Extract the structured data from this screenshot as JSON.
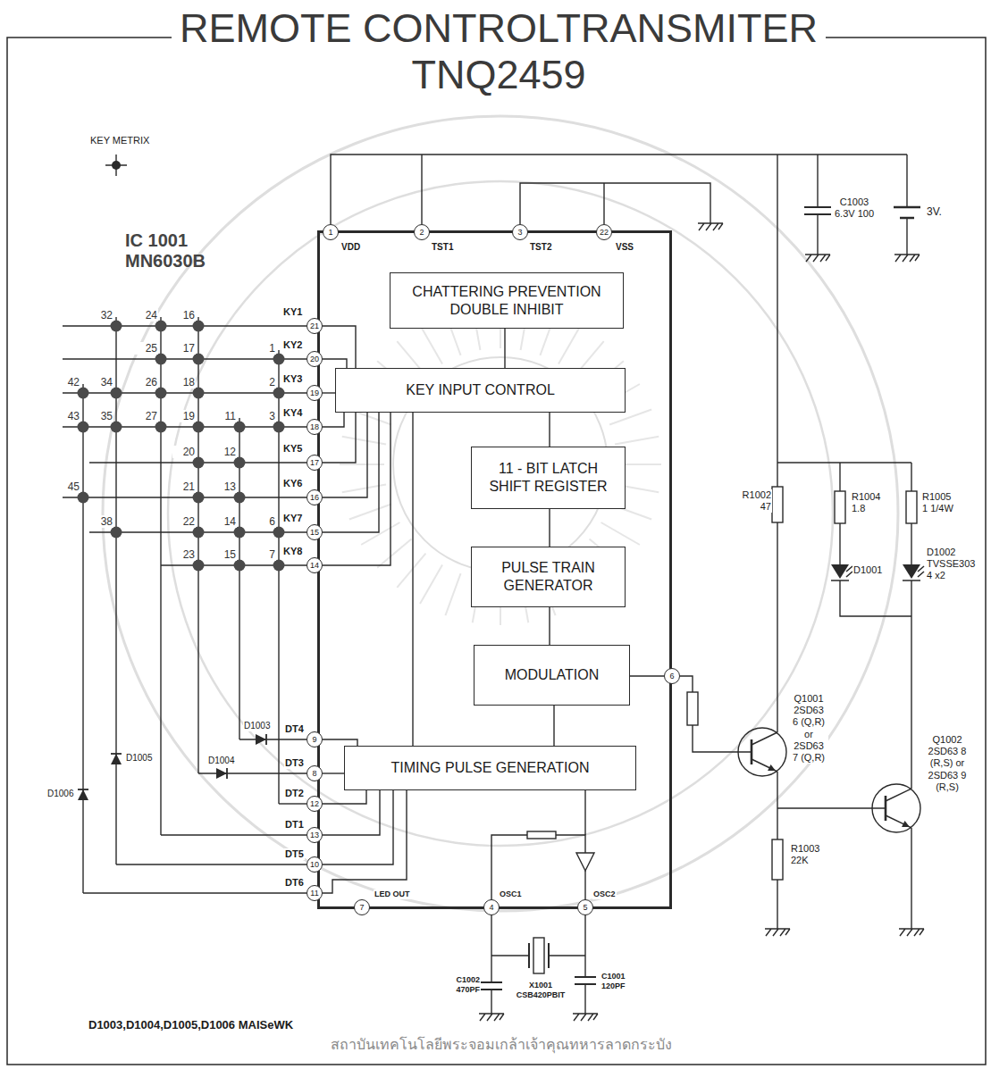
{
  "diagram": {
    "title": "REMOTE CONTROLTRANSMITER TNQ2459",
    "nodes": [
      {
        "text": [
          "IC 1001 MN6030B"
        ]
      },
      {
        "text": [
          "CHATTERING PREVENTION DOUBLE INHIBIT"
        ],
        "in": 0
      },
      {
        "text": [
          "KEY INPUT CONTROL"
        ],
        "in": 0
      },
      {
        "text": [
          "11 - BIT LATCH SHIFT REGISTER"
        ],
        "in": 0
      },
      {
        "text": [
          "PULSE TRAIN GENERATOR"
        ],
        "in": 0
      },
      {
        "text": [
          "MODULATION"
        ],
        "in": 0
      },
      {
        "text": [
          "TIMING PULSE GENERATION"
        ],
        "in": 0
      }
    ],
    "edges": [
      {
        "from": 1,
        "to": 2,
        "arrow": "none"
      },
      {
        "from": 2,
        "to": 3,
        "arrow": "none"
      },
      {
        "from": 3,
        "to": 4,
        "arrow": "none"
      },
      {
        "from": 4,
        "to": 5,
        "arrow": "none"
      },
      {
        "from": 5,
        "to": 6,
        "arrow": "none"
      }
    ],
    "labels": [
      "KEY METRIX",
      "1",
      "VDD",
      "2",
      "TST1",
      "3",
      "TST2",
      "22",
      "VSS",
      "KY1",
      "21",
      "KY2",
      "20",
      "KY3",
      "19",
      "KY4",
      "18",
      "KY5",
      "17",
      "KY6",
      "16",
      "KY7",
      "15",
      "KY8",
      "14",
      "32",
      "24",
      "16",
      "25",
      "17",
      "1",
      "42",
      "34",
      "26",
      "18",
      "2",
      "43",
      "35",
      "27",
      "19",
      "11",
      "3",
      "20",
      "12",
      "45",
      "21",
      "13",
      "38",
      "22",
      "14",
      "6",
      "23",
      "15",
      "7",
      "D1003",
      "DT4",
      "9",
      "D1005",
      "D1004",
      "DT3",
      "8",
      "D1006",
      "DT2",
      "12",
      "DT1",
      "13",
      "DT5",
      "10",
      "DT6",
      "11",
      "7",
      "LED OUT",
      "4",
      "OSC1",
      "5",
      "OSC2",
      "6",
      "C1003 6.3V 100",
      "3V.",
      "R1002 47",
      "R1004 1.8",
      "R1005 1 1/4W",
      "D1001",
      "D1002 TVSSE303 4 x2",
      "Q1001 2SD63 6 (Q,R) or 2SD63 7 (Q,R)",
      "Q1002 2SD63 8 (R,S) or 2SD63 9 (R,S)",
      "R1003 22K",
      "C1002 470PF",
      "X1001 CSB420PBIT",
      "C1001 120PF",
      "D1003,D1004,D1005,D1006 MAISeWK",
      "สถาบันเทคโนโลยีพระจอมเกล้าเจ้าคุณทหารลาดกระบัง"
    ]
  }
}
